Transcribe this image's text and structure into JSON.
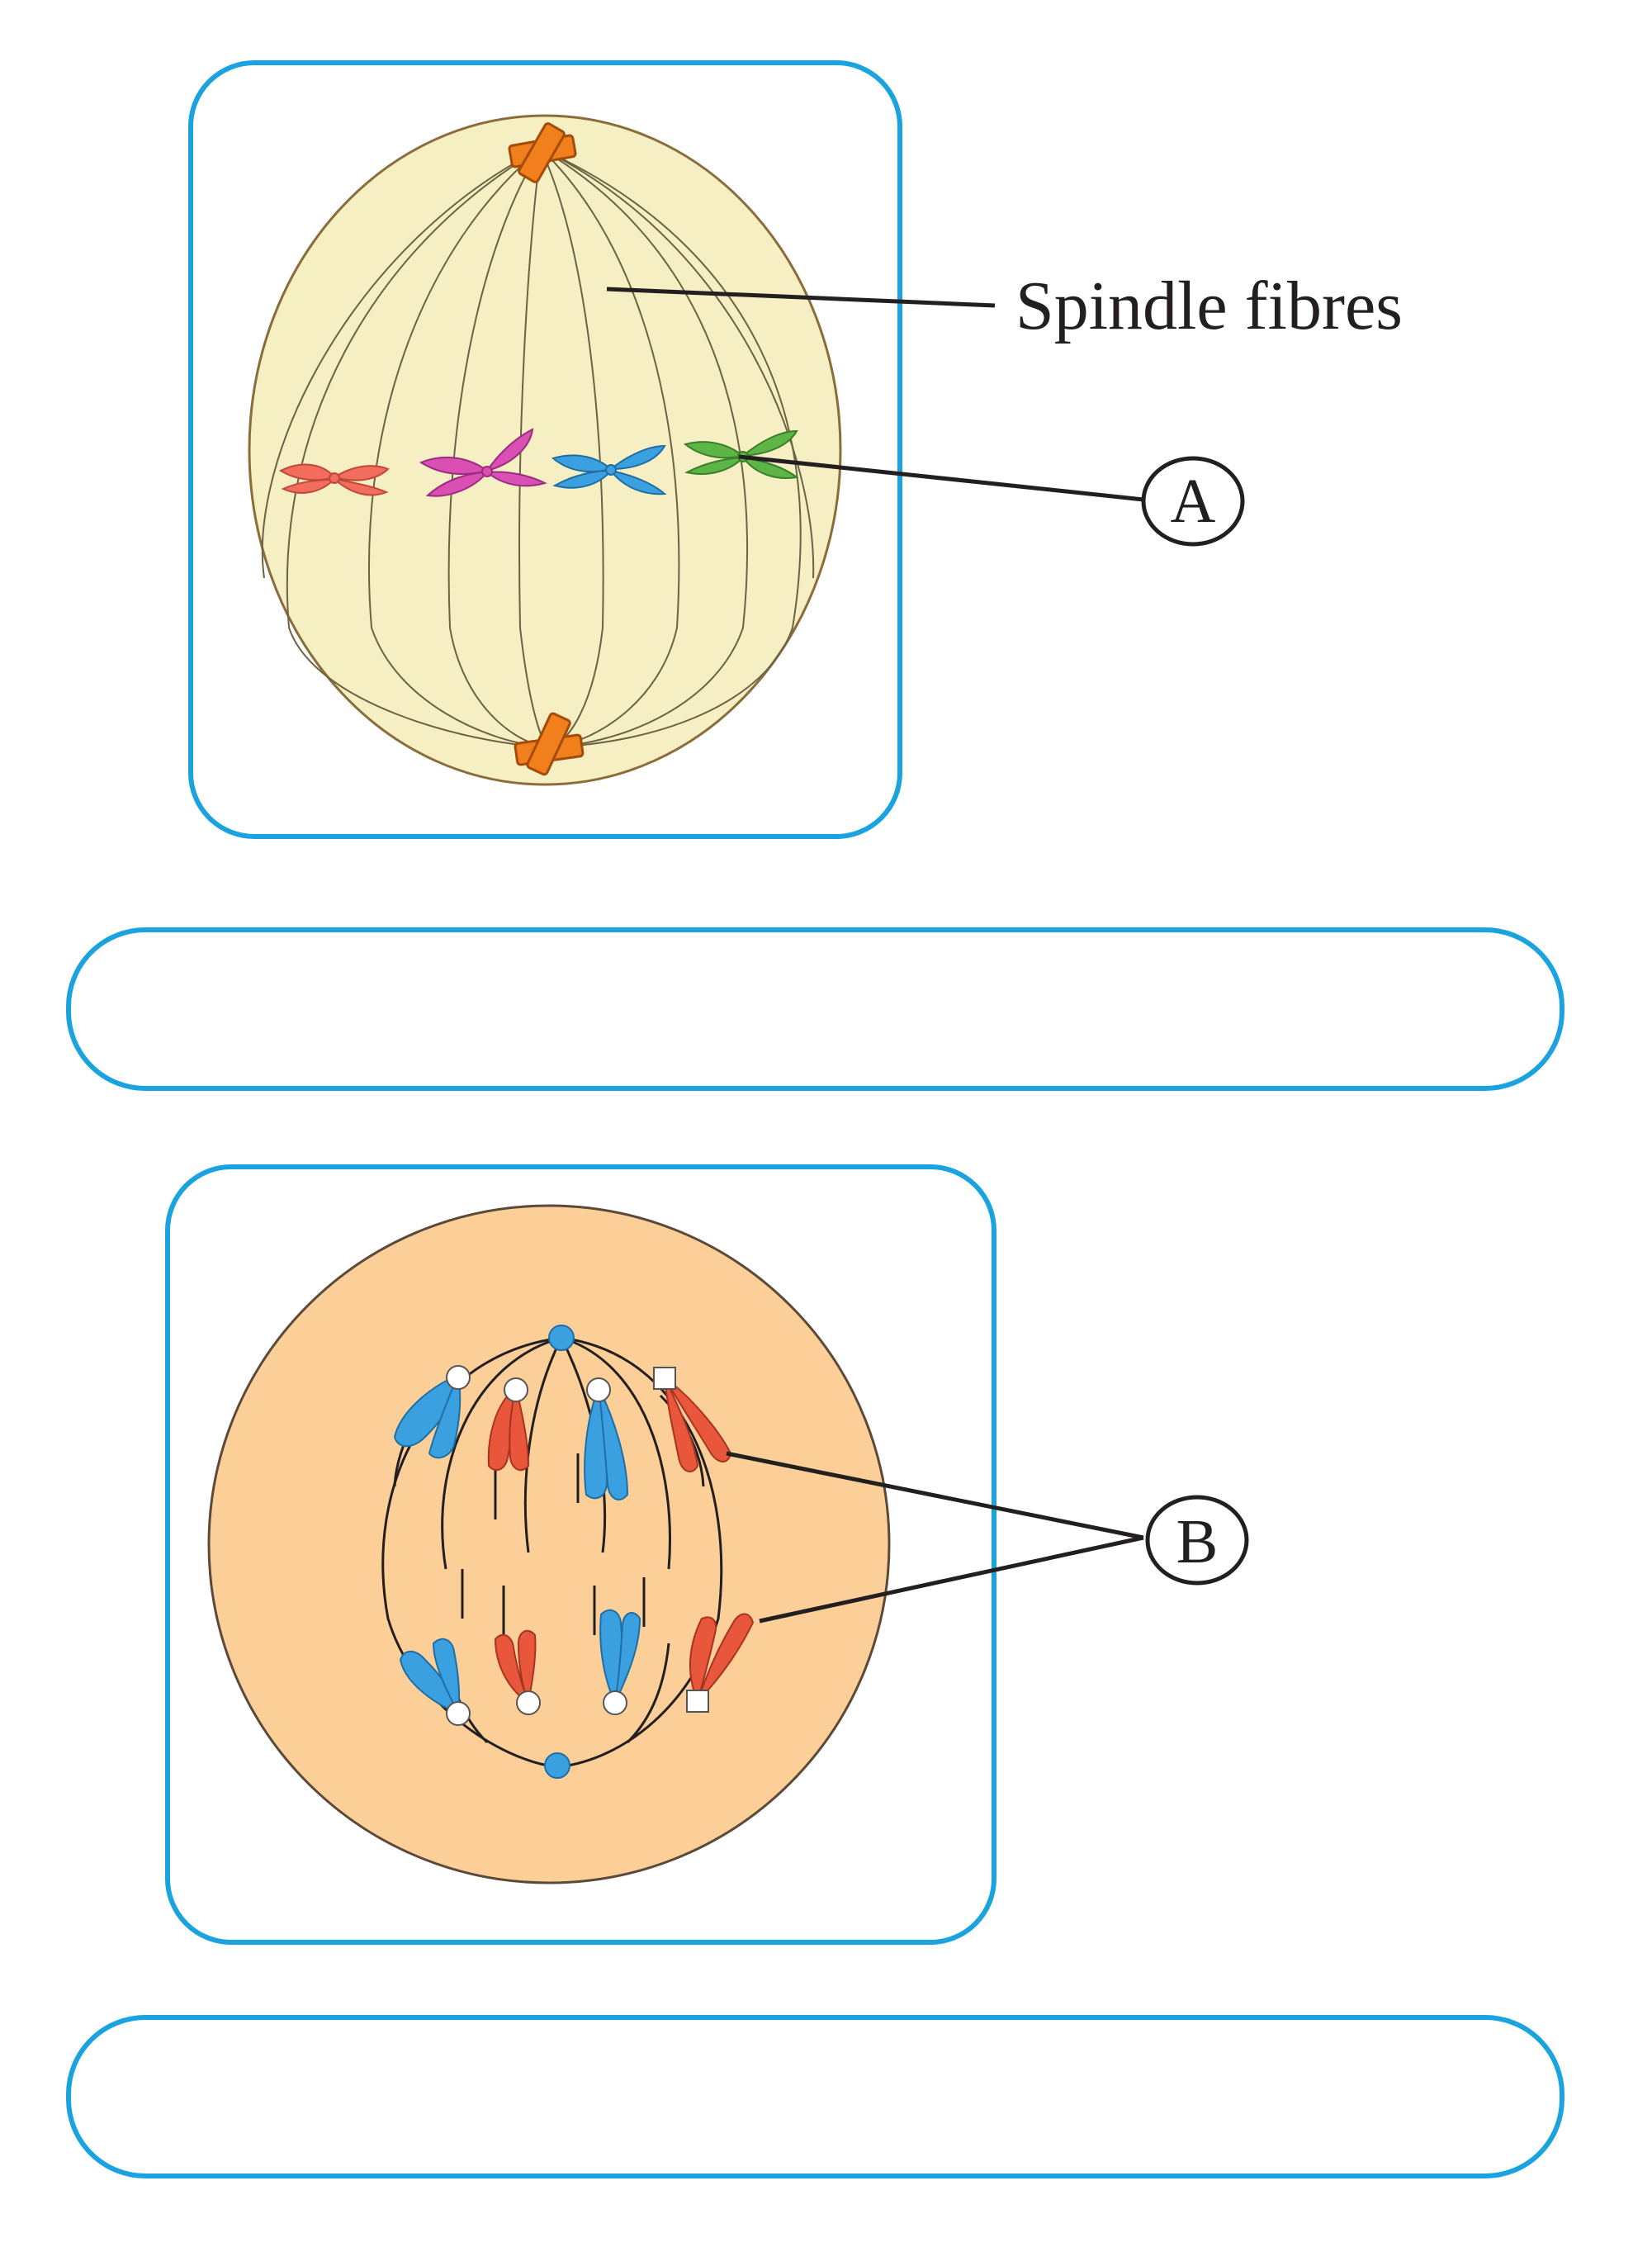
{
  "diagram_1": {
    "label_spindle": "Spindle fibres",
    "marker": "A",
    "colors": {
      "cell_fill": "#f5efc3",
      "cell_stroke": "#8a6d3b",
      "centrosome": "#f07f1c",
      "chromosomes": [
        "#f26d5b",
        "#d94fb3",
        "#3aa0e0",
        "#5cb544"
      ]
    }
  },
  "diagram_2": {
    "marker": "B",
    "colors": {
      "cell_fill": "#fbcf97",
      "blue": "#3aa0e0",
      "red": "#e8573c"
    }
  },
  "answer_1": {
    "text": ""
  },
  "answer_2": {
    "text": ""
  },
  "colors": {
    "frame": "#1aa3de",
    "ink": "#231f20"
  }
}
